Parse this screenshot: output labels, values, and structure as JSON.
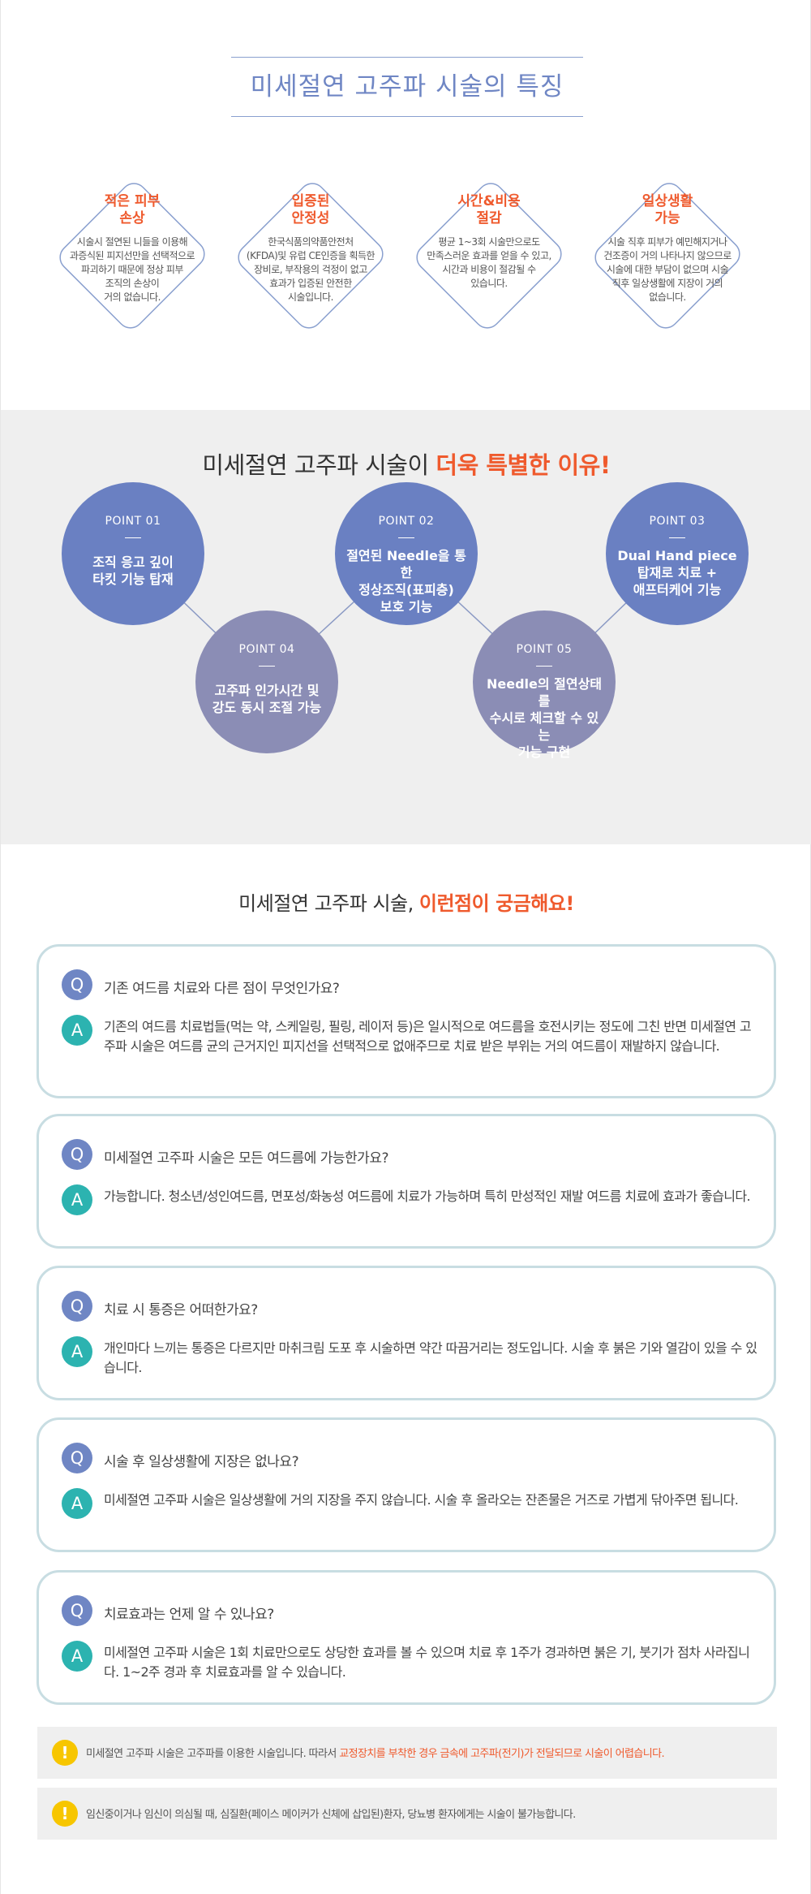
{
  "features": {
    "title": "미세절연 고주파 시술의 특징",
    "items": [
      {
        "title": "적은 피부\n손상",
        "desc": "시술시 절연된 니들을 이용해\n과증식된 피지선만을 선택적으로\n파괴하기 때문에 정상 피부\n조직의 손상이\n거의 없습니다."
      },
      {
        "title": "입증된\n안정성",
        "desc": "한국식품의약품안전처\n(KFDA)및 유럽 CE인증을 획득한\n장비로, 부작용의 걱정이 없고\n효과가 입증된 안전한\n시술입니다."
      },
      {
        "title": "시간&비용\n절감",
        "desc": "평균 1~3회 시술만으로도\n만족스러운 효과를 얻을 수 있고,\n시간과 비용이 절감될 수\n있습니다."
      },
      {
        "title": "일상생활\n가능",
        "desc": "시술 직후 피부가 예민해지거나\n건조증이 거의 나타나지 않으므로\n시술에 대한 부담이 없으며 시술\n직후 일상생활에 지장이 거의\n없습니다."
      }
    ]
  },
  "points": {
    "title_prefix": "미세절연 고주파 시술이 ",
    "title_accent": "더욱 특별한 이유!",
    "items": [
      {
        "label": "POINT 01",
        "text": "조직 응고 깊이\n타킷 기능 탑재"
      },
      {
        "label": "POINT 02",
        "text": "절연된 Needle을 통한\n정상조직(표피층)\n보호 기능"
      },
      {
        "label": "POINT 03",
        "text": "Dual Hand piece\n탑재로 치료 +\n애프터케어 기능"
      },
      {
        "label": "POINT 04",
        "text": "고주파 인가시간 및\n강도 동시 조절 가능"
      },
      {
        "label": "POINT 05",
        "text": "Needle의 절연상태를\n수시로 체크할 수 있는\n기능 구현"
      }
    ]
  },
  "faq": {
    "title_prefix": "미세절연 고주파 시술, ",
    "title_accent": "이런점이 궁금해요!",
    "q_badge": "Q",
    "a_badge": "A",
    "items": [
      {
        "q": "기존 여드름 치료와 다른 점이 무엇인가요?",
        "a": "기존의 여드름 치료법들(먹는 약, 스케일링, 필링, 레이저 등)은 일시적으로 여드름을 호전시키는 정도에 그친 반면 미세절연 고주파 시술은 여드름 균의 근거지인 피지선을 선택적으로 없애주므로 치료 받은 부위는 거의 여드름이 재발하지 않습니다."
      },
      {
        "q": "미세절연 고주파 시술은 모든 여드름에 가능한가요?",
        "a": "가능합니다. 청소년/성인여드름, 면포성/화농성 여드름에 치료가 가능하며 특히 만성적인 재발 여드름 치료에 효과가 좋습니다."
      },
      {
        "q": "치료 시 통증은 어떠한가요?",
        "a": "개인마다 느끼는 통증은 다르지만 마취크림 도포 후 시술하면 약간 따끔거리는 정도입니다. 시술 후 붉은 기와 열감이 있을 수 있습니다."
      },
      {
        "q": "시술 후 일상생활에 지장은 없나요?",
        "a": "미세절연 고주파 시술은 일상생활에 거의 지장을 주지 않습니다. 시술 후 올라오는 잔존물은 거즈로 가볍게 닦아주면 됩니다."
      },
      {
        "q": "치료효과는 언제 알 수 있나요?",
        "a": "미세절연 고주파 시술은 1회 치료만으로도 상당한 효과를 볼 수 있으며 치료 후 1주가 경과하면 붉은 기, 붓기가 점차 사라집니다. 1~2주 경과 후 치료효과를 알 수 있습니다."
      }
    ]
  },
  "notices": {
    "icon": "!",
    "n1_prefix": "미세절연 고주파 시술은 고주파를 이용한 시술입니다. 따라서 ",
    "n1_highlight": "교정장치를 부착한 경우 금속에 고주파(전기)가 전달되므로 시술이 어렵습니다.",
    "n2": "임신중이거나 임신이 의심될 때, 심질환(페이스 메이커가 신체에 삽입된)환자, 당뇨병 환자에게는 시술이 불가능합니다."
  },
  "colors": {
    "accent": "#ef5a2d",
    "blue": "#6a80c2",
    "grey_purple": "#8b8db5",
    "teal": "#2cb3b0",
    "faq_border": "#c8dde2",
    "notice_icon": "#f7c600"
  }
}
